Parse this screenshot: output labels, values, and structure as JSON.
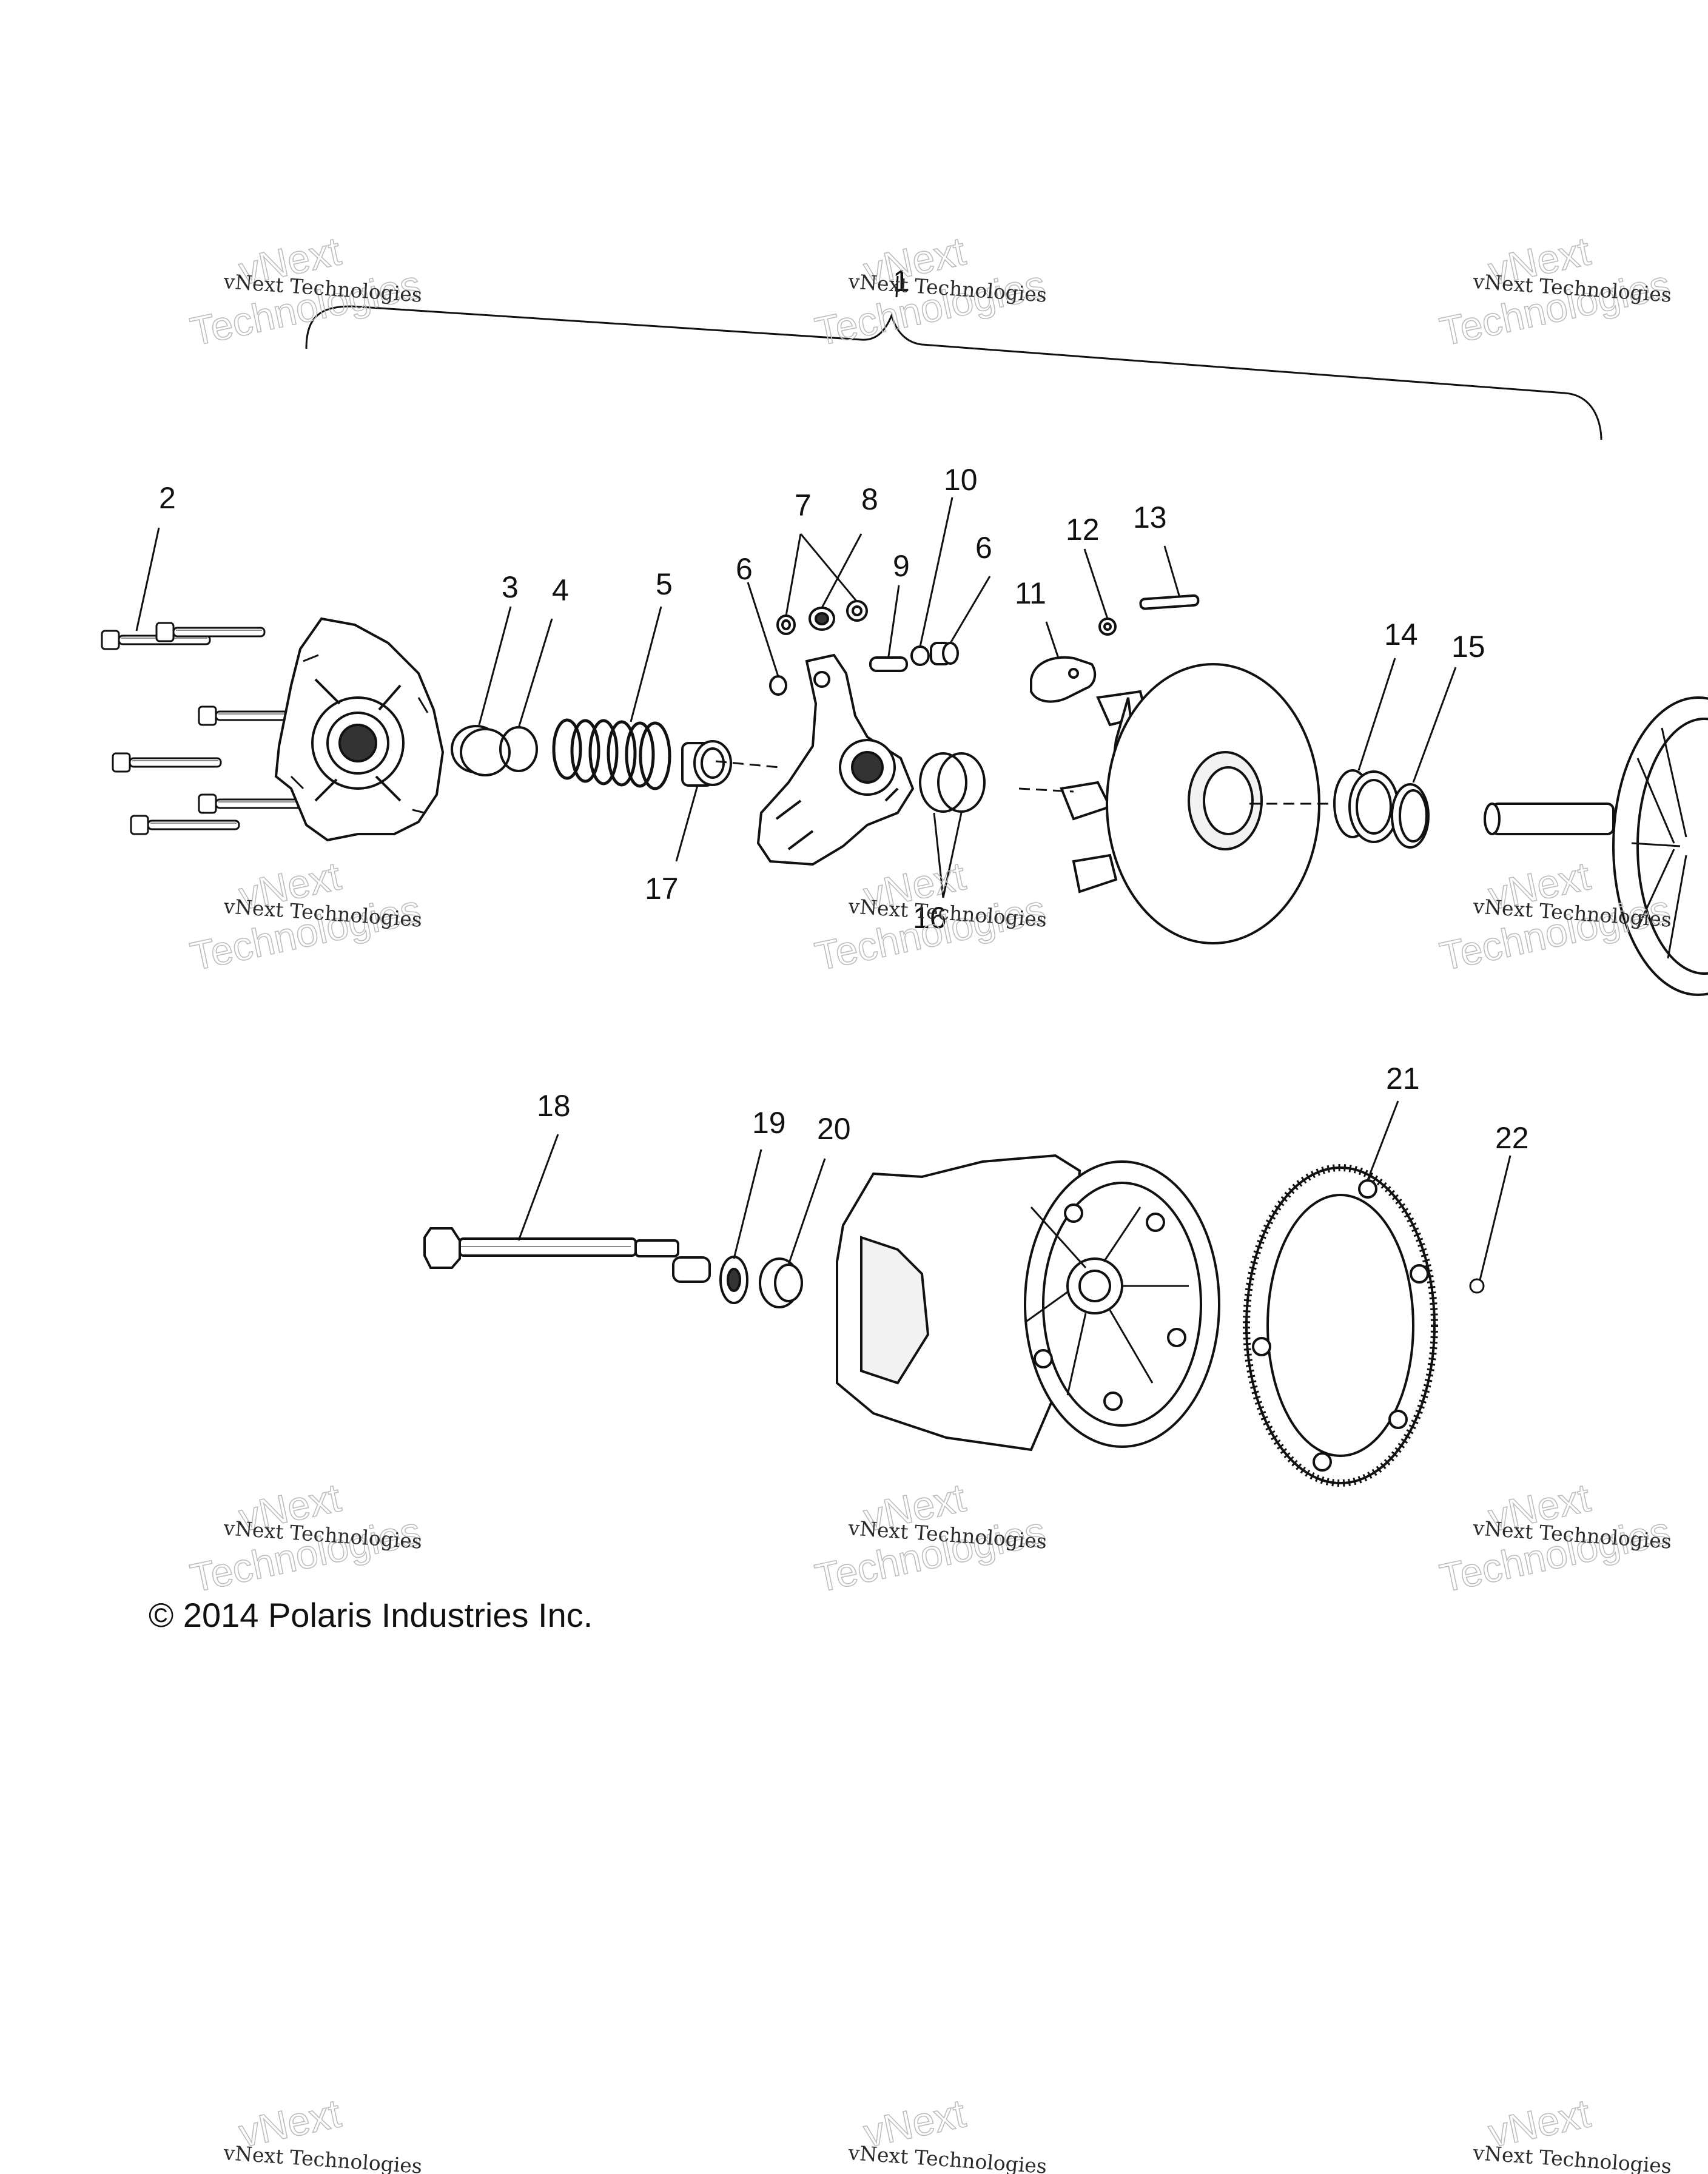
{
  "callouts": [
    "1",
    "2",
    "3",
    "4",
    "5",
    "6",
    "7",
    "8",
    "9",
    "10",
    "6",
    "11",
    "12",
    "13",
    "14",
    "15",
    "16",
    "17",
    "18",
    "19",
    "20",
    "21",
    "22"
  ],
  "watermark": {
    "line": "vNext Technologies",
    "big_top": "vNext",
    "big_bottom": "Technologies"
  },
  "copyright": "© 2014 Polaris Industries Inc."
}
